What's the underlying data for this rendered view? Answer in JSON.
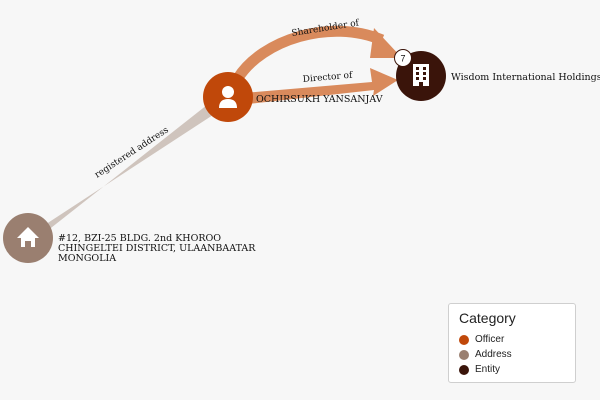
{
  "nodes": {
    "address": {
      "label_lines": [
        "#12, BZI-25 BLDG. 2nd KHOROO",
        "CHINGELTEI DISTRICT, ULAANBAATAR",
        "MONGOLIA"
      ],
      "icon": "home-icon"
    },
    "officer": {
      "label": "OCHIRSUKH YANSANJAV",
      "icon": "person-icon"
    },
    "entity": {
      "label": "Wisdom International Holdings Ltd.",
      "icon": "building-icon",
      "badge": "7"
    }
  },
  "edges": {
    "registered_address": "registered address",
    "shareholder_of": "Shareholder of",
    "director_of": "Director of"
  },
  "legend": {
    "title": "Category",
    "items": [
      {
        "label": "Officer",
        "color": "#c0480a"
      },
      {
        "label": "Address",
        "color": "#9a7f70"
      },
      {
        "label": "Entity",
        "color": "#3a140a"
      }
    ]
  },
  "colors": {
    "officer": "#c0480a",
    "address": "#9a7f70",
    "entity": "#3a140a",
    "edge_officer": "#d98a5c",
    "edge_address": "#cfc4bd"
  }
}
